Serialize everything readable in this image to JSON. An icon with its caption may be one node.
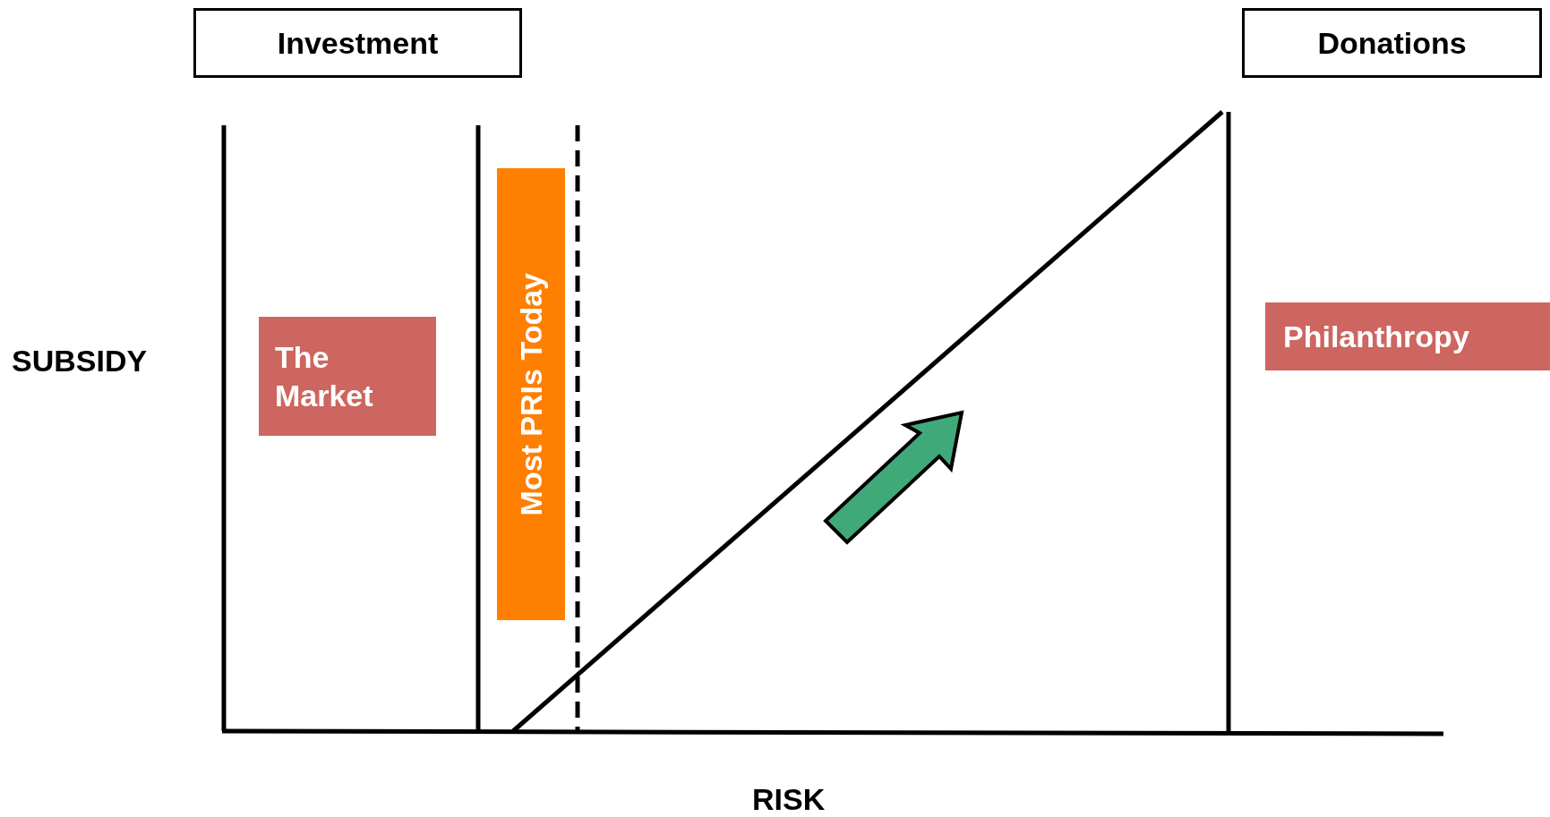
{
  "diagram": {
    "nodes": [
      {
        "text": [
          "Investment"
        ]
      },
      {
        "text": [
          "Donations"
        ]
      },
      {
        "text": [
          "The Market"
        ]
      },
      {
        "text": [
          "Most PRIs Today"
        ]
      },
      {
        "text": [
          "Philanthropy"
        ]
      }
    ],
    "labels": [
      "SUBSIDY",
      "RISK"
    ]
  }
}
